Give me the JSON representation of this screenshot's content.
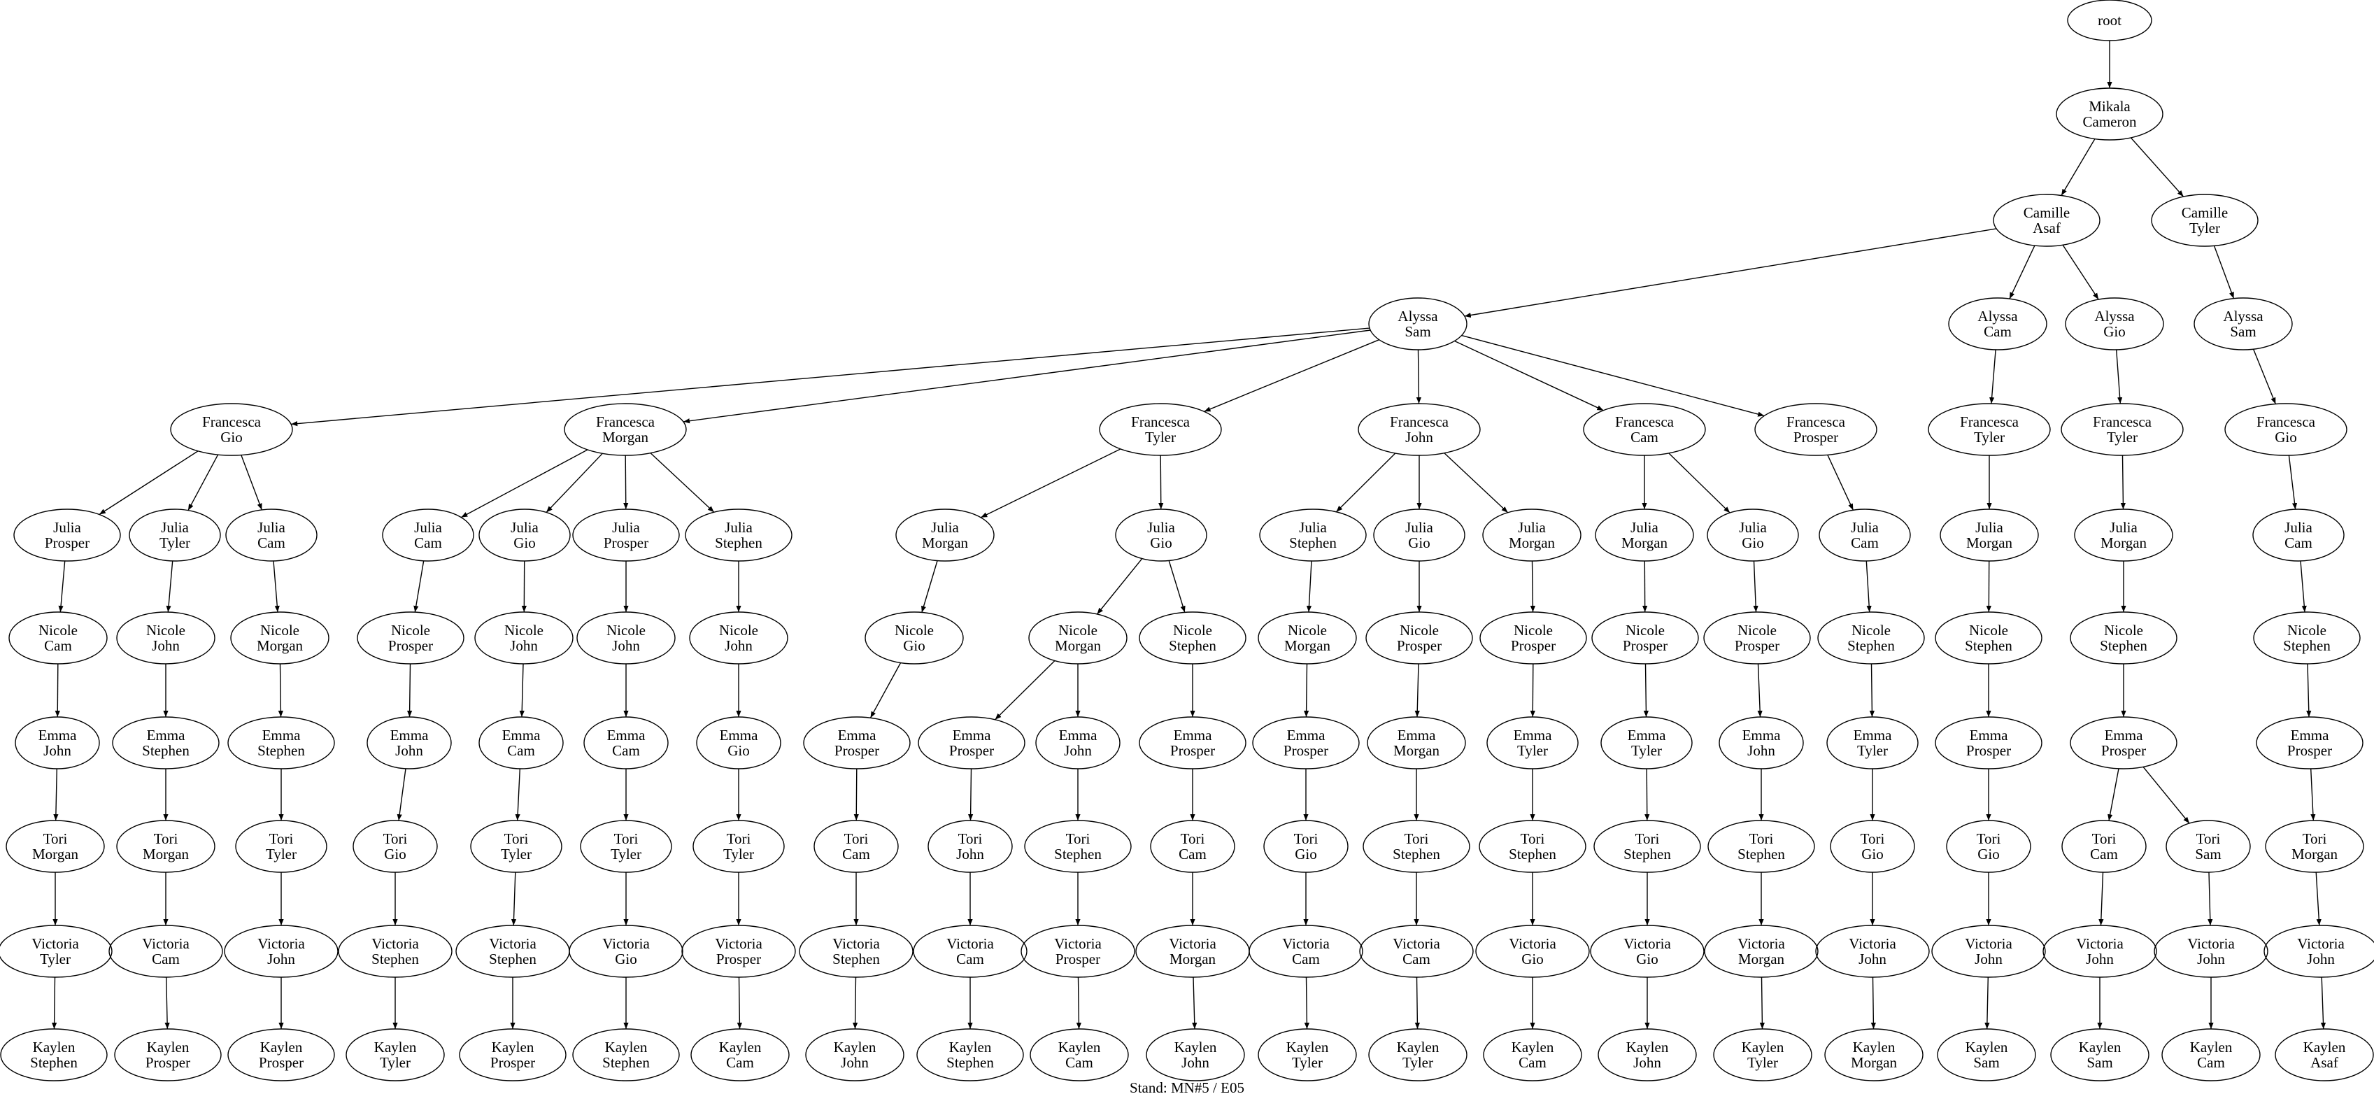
{
  "caption": "Stand: MN#5 / E05",
  "nodes": [
    {
      "id": "root",
      "lines": [
        "root"
      ]
    },
    {
      "id": "mc",
      "lines": [
        "Mikala",
        "Cameron"
      ]
    },
    {
      "id": "ca",
      "lines": [
        "Camille",
        "Asaf"
      ]
    },
    {
      "id": "ct",
      "lines": [
        "Camille",
        "Tyler"
      ]
    },
    {
      "id": "as",
      "lines": [
        "Alyssa",
        "Sam"
      ]
    },
    {
      "id": "acam",
      "lines": [
        "Alyssa",
        "Cam"
      ]
    },
    {
      "id": "agio",
      "lines": [
        "Alyssa",
        "Gio"
      ]
    },
    {
      "id": "as2",
      "lines": [
        "Alyssa",
        "Sam"
      ]
    },
    {
      "id": "fg",
      "lines": [
        "Francesca",
        "Gio"
      ]
    },
    {
      "id": "fm",
      "lines": [
        "Francesca",
        "Morgan"
      ]
    },
    {
      "id": "ft",
      "lines": [
        "Francesca",
        "Tyler"
      ]
    },
    {
      "id": "fj",
      "lines": [
        "Francesca",
        "John"
      ]
    },
    {
      "id": "fc",
      "lines": [
        "Francesca",
        "Cam"
      ]
    },
    {
      "id": "fp",
      "lines": [
        "Francesca",
        "Prosper"
      ]
    },
    {
      "id": "ft2",
      "lines": [
        "Francesca",
        "Tyler"
      ]
    },
    {
      "id": "ft3",
      "lines": [
        "Francesca",
        "Tyler"
      ]
    },
    {
      "id": "fg2",
      "lines": [
        "Francesca",
        "Gio"
      ]
    },
    {
      "id": "j1",
      "lines": [
        "Julia",
        "Prosper"
      ]
    },
    {
      "id": "j2",
      "lines": [
        "Julia",
        "Tyler"
      ]
    },
    {
      "id": "j3",
      "lines": [
        "Julia",
        "Cam"
      ]
    },
    {
      "id": "j4",
      "lines": [
        "Julia",
        "Cam"
      ]
    },
    {
      "id": "j5",
      "lines": [
        "Julia",
        "Gio"
      ]
    },
    {
      "id": "j6",
      "lines": [
        "Julia",
        "Prosper"
      ]
    },
    {
      "id": "j7",
      "lines": [
        "Julia",
        "Stephen"
      ]
    },
    {
      "id": "j8",
      "lines": [
        "Julia",
        "Morgan"
      ]
    },
    {
      "id": "j9",
      "lines": [
        "Julia",
        "Gio"
      ]
    },
    {
      "id": "j10",
      "lines": [
        "Julia",
        "Stephen"
      ]
    },
    {
      "id": "j11",
      "lines": [
        "Julia",
        "Gio"
      ]
    },
    {
      "id": "j12",
      "lines": [
        "Julia",
        "Morgan"
      ]
    },
    {
      "id": "j13",
      "lines": [
        "Julia",
        "Morgan"
      ]
    },
    {
      "id": "j14",
      "lines": [
        "Julia",
        "Gio"
      ]
    },
    {
      "id": "j15",
      "lines": [
        "Julia",
        "Cam"
      ]
    },
    {
      "id": "j16",
      "lines": [
        "Julia",
        "Morgan"
      ]
    },
    {
      "id": "j17",
      "lines": [
        "Julia",
        "Morgan"
      ]
    },
    {
      "id": "j18",
      "lines": [
        "Julia",
        "Cam"
      ]
    },
    {
      "id": "n1",
      "lines": [
        "Nicole",
        "Cam"
      ]
    },
    {
      "id": "n2",
      "lines": [
        "Nicole",
        "John"
      ]
    },
    {
      "id": "n3",
      "lines": [
        "Nicole",
        "Morgan"
      ]
    },
    {
      "id": "n4",
      "lines": [
        "Nicole",
        "Prosper"
      ]
    },
    {
      "id": "n5",
      "lines": [
        "Nicole",
        "John"
      ]
    },
    {
      "id": "n6",
      "lines": [
        "Nicole",
        "John"
      ]
    },
    {
      "id": "n7",
      "lines": [
        "Nicole",
        "John"
      ]
    },
    {
      "id": "n8",
      "lines": [
        "Nicole",
        "Gio"
      ]
    },
    {
      "id": "n9",
      "lines": [
        "Nicole",
        "Morgan"
      ]
    },
    {
      "id": "n10",
      "lines": [
        "Nicole",
        "Stephen"
      ]
    },
    {
      "id": "n11",
      "lines": [
        "Nicole",
        "Morgan"
      ]
    },
    {
      "id": "n12",
      "lines": [
        "Nicole",
        "Prosper"
      ]
    },
    {
      "id": "n13",
      "lines": [
        "Nicole",
        "Prosper"
      ]
    },
    {
      "id": "n14",
      "lines": [
        "Nicole",
        "Prosper"
      ]
    },
    {
      "id": "n15",
      "lines": [
        "Nicole",
        "Prosper"
      ]
    },
    {
      "id": "n16",
      "lines": [
        "Nicole",
        "Stephen"
      ]
    },
    {
      "id": "n17",
      "lines": [
        "Nicole",
        "Stephen"
      ]
    },
    {
      "id": "n18",
      "lines": [
        "Nicole",
        "Stephen"
      ]
    },
    {
      "id": "n19",
      "lines": [
        "Nicole",
        "Stephen"
      ]
    },
    {
      "id": "e1",
      "lines": [
        "Emma",
        "John"
      ]
    },
    {
      "id": "e2",
      "lines": [
        "Emma",
        "Stephen"
      ]
    },
    {
      "id": "e3",
      "lines": [
        "Emma",
        "Stephen"
      ]
    },
    {
      "id": "e4",
      "lines": [
        "Emma",
        "John"
      ]
    },
    {
      "id": "e5",
      "lines": [
        "Emma",
        "Cam"
      ]
    },
    {
      "id": "e6",
      "lines": [
        "Emma",
        "Cam"
      ]
    },
    {
      "id": "e7",
      "lines": [
        "Emma",
        "Gio"
      ]
    },
    {
      "id": "e8",
      "lines": [
        "Emma",
        "Prosper"
      ]
    },
    {
      "id": "e9",
      "lines": [
        "Emma",
        "Prosper"
      ]
    },
    {
      "id": "e10",
      "lines": [
        "Emma",
        "John"
      ]
    },
    {
      "id": "e11",
      "lines": [
        "Emma",
        "Prosper"
      ]
    },
    {
      "id": "e12",
      "lines": [
        "Emma",
        "Prosper"
      ]
    },
    {
      "id": "e13",
      "lines": [
        "Emma",
        "Morgan"
      ]
    },
    {
      "id": "e14",
      "lines": [
        "Emma",
        "Tyler"
      ]
    },
    {
      "id": "e15",
      "lines": [
        "Emma",
        "Tyler"
      ]
    },
    {
      "id": "e16",
      "lines": [
        "Emma",
        "John"
      ]
    },
    {
      "id": "e17",
      "lines": [
        "Emma",
        "Tyler"
      ]
    },
    {
      "id": "e18",
      "lines": [
        "Emma",
        "Prosper"
      ]
    },
    {
      "id": "e19",
      "lines": [
        "Emma",
        "Prosper"
      ]
    },
    {
      "id": "e20",
      "lines": [
        "Emma",
        "Prosper"
      ]
    },
    {
      "id": "t1",
      "lines": [
        "Tori",
        "Morgan"
      ]
    },
    {
      "id": "t2",
      "lines": [
        "Tori",
        "Morgan"
      ]
    },
    {
      "id": "t3",
      "lines": [
        "Tori",
        "Tyler"
      ]
    },
    {
      "id": "t4",
      "lines": [
        "Tori",
        "Gio"
      ]
    },
    {
      "id": "t5",
      "lines": [
        "Tori",
        "Tyler"
      ]
    },
    {
      "id": "t6",
      "lines": [
        "Tori",
        "Tyler"
      ]
    },
    {
      "id": "t7",
      "lines": [
        "Tori",
        "Tyler"
      ]
    },
    {
      "id": "t8",
      "lines": [
        "Tori",
        "Cam"
      ]
    },
    {
      "id": "t9",
      "lines": [
        "Tori",
        "John"
      ]
    },
    {
      "id": "t10",
      "lines": [
        "Tori",
        "Stephen"
      ]
    },
    {
      "id": "t11",
      "lines": [
        "Tori",
        "Cam"
      ]
    },
    {
      "id": "t12",
      "lines": [
        "Tori",
        "Gio"
      ]
    },
    {
      "id": "t13",
      "lines": [
        "Tori",
        "Stephen"
      ]
    },
    {
      "id": "t14",
      "lines": [
        "Tori",
        "Stephen"
      ]
    },
    {
      "id": "t15",
      "lines": [
        "Tori",
        "Stephen"
      ]
    },
    {
      "id": "t16",
      "lines": [
        "Tori",
        "Stephen"
      ]
    },
    {
      "id": "t17",
      "lines": [
        "Tori",
        "Gio"
      ]
    },
    {
      "id": "t18",
      "lines": [
        "Tori",
        "Gio"
      ]
    },
    {
      "id": "t19",
      "lines": [
        "Tori",
        "Cam"
      ]
    },
    {
      "id": "t20",
      "lines": [
        "Tori",
        "Sam"
      ]
    },
    {
      "id": "t21",
      "lines": [
        "Tori",
        "Morgan"
      ]
    },
    {
      "id": "v1",
      "lines": [
        "Victoria",
        "Tyler"
      ]
    },
    {
      "id": "v2",
      "lines": [
        "Victoria",
        "Cam"
      ]
    },
    {
      "id": "v3",
      "lines": [
        "Victoria",
        "John"
      ]
    },
    {
      "id": "v4",
      "lines": [
        "Victoria",
        "Stephen"
      ]
    },
    {
      "id": "v5",
      "lines": [
        "Victoria",
        "Stephen"
      ]
    },
    {
      "id": "v6",
      "lines": [
        "Victoria",
        "Gio"
      ]
    },
    {
      "id": "v7",
      "lines": [
        "Victoria",
        "Prosper"
      ]
    },
    {
      "id": "v8",
      "lines": [
        "Victoria",
        "Stephen"
      ]
    },
    {
      "id": "v9",
      "lines": [
        "Victoria",
        "Cam"
      ]
    },
    {
      "id": "v10",
      "lines": [
        "Victoria",
        "Prosper"
      ]
    },
    {
      "id": "v11",
      "lines": [
        "Victoria",
        "Morgan"
      ]
    },
    {
      "id": "v12",
      "lines": [
        "Victoria",
        "Cam"
      ]
    },
    {
      "id": "v13",
      "lines": [
        "Victoria",
        "Cam"
      ]
    },
    {
      "id": "v14",
      "lines": [
        "Victoria",
        "Gio"
      ]
    },
    {
      "id": "v15",
      "lines": [
        "Victoria",
        "Gio"
      ]
    },
    {
      "id": "v16",
      "lines": [
        "Victoria",
        "Morgan"
      ]
    },
    {
      "id": "v17",
      "lines": [
        "Victoria",
        "John"
      ]
    },
    {
      "id": "v18",
      "lines": [
        "Victoria",
        "John"
      ]
    },
    {
      "id": "v19",
      "lines": [
        "Victoria",
        "John"
      ]
    },
    {
      "id": "v20",
      "lines": [
        "Victoria",
        "John"
      ]
    },
    {
      "id": "v21",
      "lines": [
        "Victoria",
        "John"
      ]
    },
    {
      "id": "k1",
      "lines": [
        "Kaylen",
        "Stephen"
      ]
    },
    {
      "id": "k2",
      "lines": [
        "Kaylen",
        "Prosper"
      ]
    },
    {
      "id": "k3",
      "lines": [
        "Kaylen",
        "Prosper"
      ]
    },
    {
      "id": "k4",
      "lines": [
        "Kaylen",
        "Tyler"
      ]
    },
    {
      "id": "k5",
      "lines": [
        "Kaylen",
        "Prosper"
      ]
    },
    {
      "id": "k6",
      "lines": [
        "Kaylen",
        "Stephen"
      ]
    },
    {
      "id": "k7",
      "lines": [
        "Kaylen",
        "Cam"
      ]
    },
    {
      "id": "k8",
      "lines": [
        "Kaylen",
        "John"
      ]
    },
    {
      "id": "k9",
      "lines": [
        "Kaylen",
        "Stephen"
      ]
    },
    {
      "id": "k10",
      "lines": [
        "Kaylen",
        "Cam"
      ]
    },
    {
      "id": "k11",
      "lines": [
        "Kaylen",
        "John"
      ]
    },
    {
      "id": "k12",
      "lines": [
        "Kaylen",
        "Tyler"
      ]
    },
    {
      "id": "k13",
      "lines": [
        "Kaylen",
        "Tyler"
      ]
    },
    {
      "id": "k14",
      "lines": [
        "Kaylen",
        "Cam"
      ]
    },
    {
      "id": "k15",
      "lines": [
        "Kaylen",
        "John"
      ]
    },
    {
      "id": "k16",
      "lines": [
        "Kaylen",
        "Tyler"
      ]
    },
    {
      "id": "k17",
      "lines": [
        "Kaylen",
        "Morgan"
      ]
    },
    {
      "id": "k18",
      "lines": [
        "Kaylen",
        "Sam"
      ]
    },
    {
      "id": "k19",
      "lines": [
        "Kaylen",
        "Sam"
      ]
    },
    {
      "id": "k20",
      "lines": [
        "Kaylen",
        "Cam"
      ]
    },
    {
      "id": "k21",
      "lines": [
        "Kaylen",
        "Asaf"
      ]
    }
  ],
  "edges": [
    [
      "root",
      "mc"
    ],
    [
      "mc",
      "ca"
    ],
    [
      "mc",
      "ct"
    ],
    [
      "ca",
      "as"
    ],
    [
      "ca",
      "acam"
    ],
    [
      "ca",
      "agio"
    ],
    [
      "ct",
      "as2"
    ],
    [
      "as",
      "fg"
    ],
    [
      "as",
      "fm"
    ],
    [
      "as",
      "ft"
    ],
    [
      "as",
      "fj"
    ],
    [
      "as",
      "fc"
    ],
    [
      "as",
      "fp"
    ],
    [
      "acam",
      "ft2"
    ],
    [
      "agio",
      "ft3"
    ],
    [
      "as2",
      "fg2"
    ],
    [
      "fg",
      "j1"
    ],
    [
      "fg",
      "j2"
    ],
    [
      "fg",
      "j3"
    ],
    [
      "fm",
      "j4"
    ],
    [
      "fm",
      "j5"
    ],
    [
      "fm",
      "j6"
    ],
    [
      "fm",
      "j7"
    ],
    [
      "ft",
      "j8"
    ],
    [
      "ft",
      "j9"
    ],
    [
      "fj",
      "j10"
    ],
    [
      "fj",
      "j11"
    ],
    [
      "fj",
      "j12"
    ],
    [
      "fc",
      "j13"
    ],
    [
      "fc",
      "j14"
    ],
    [
      "fp",
      "j15"
    ],
    [
      "ft2",
      "j16"
    ],
    [
      "ft3",
      "j17"
    ],
    [
      "fg2",
      "j18"
    ],
    [
      "j1",
      "n1"
    ],
    [
      "j2",
      "n2"
    ],
    [
      "j3",
      "n3"
    ],
    [
      "j4",
      "n4"
    ],
    [
      "j5",
      "n5"
    ],
    [
      "j6",
      "n6"
    ],
    [
      "j7",
      "n7"
    ],
    [
      "j8",
      "n8"
    ],
    [
      "j9",
      "n9"
    ],
    [
      "j9",
      "n10"
    ],
    [
      "j10",
      "n11"
    ],
    [
      "j11",
      "n12"
    ],
    [
      "j12",
      "n13"
    ],
    [
      "j13",
      "n14"
    ],
    [
      "j14",
      "n15"
    ],
    [
      "j15",
      "n16"
    ],
    [
      "j16",
      "n17"
    ],
    [
      "j17",
      "n18"
    ],
    [
      "j18",
      "n19"
    ],
    [
      "n1",
      "e1"
    ],
    [
      "n2",
      "e2"
    ],
    [
      "n3",
      "e3"
    ],
    [
      "n4",
      "e4"
    ],
    [
      "n5",
      "e5"
    ],
    [
      "n6",
      "e6"
    ],
    [
      "n7",
      "e7"
    ],
    [
      "n8",
      "e8"
    ],
    [
      "n9",
      "e9"
    ],
    [
      "n9",
      "e10"
    ],
    [
      "n10",
      "e11"
    ],
    [
      "n11",
      "e12"
    ],
    [
      "n12",
      "e13"
    ],
    [
      "n13",
      "e14"
    ],
    [
      "n14",
      "e15"
    ],
    [
      "n15",
      "e16"
    ],
    [
      "n16",
      "e17"
    ],
    [
      "n17",
      "e18"
    ],
    [
      "n18",
      "e19"
    ],
    [
      "n19",
      "e20"
    ],
    [
      "e1",
      "t1"
    ],
    [
      "e2",
      "t2"
    ],
    [
      "e3",
      "t3"
    ],
    [
      "e4",
      "t4"
    ],
    [
      "e5",
      "t5"
    ],
    [
      "e6",
      "t6"
    ],
    [
      "e7",
      "t7"
    ],
    [
      "e8",
      "t8"
    ],
    [
      "e9",
      "t9"
    ],
    [
      "e10",
      "t10"
    ],
    [
      "e11",
      "t11"
    ],
    [
      "e12",
      "t12"
    ],
    [
      "e13",
      "t13"
    ],
    [
      "e14",
      "t14"
    ],
    [
      "e15",
      "t15"
    ],
    [
      "e16",
      "t16"
    ],
    [
      "e17",
      "t17"
    ],
    [
      "e18",
      "t18"
    ],
    [
      "e19",
      "t19"
    ],
    [
      "e19",
      "t20"
    ],
    [
      "e20",
      "t21"
    ],
    [
      "t1",
      "v1"
    ],
    [
      "t2",
      "v2"
    ],
    [
      "t3",
      "v3"
    ],
    [
      "t4",
      "v4"
    ],
    [
      "t5",
      "v5"
    ],
    [
      "t6",
      "v6"
    ],
    [
      "t7",
      "v7"
    ],
    [
      "t8",
      "v8"
    ],
    [
      "t9",
      "v9"
    ],
    [
      "t10",
      "v10"
    ],
    [
      "t11",
      "v11"
    ],
    [
      "t12",
      "v12"
    ],
    [
      "t13",
      "v13"
    ],
    [
      "t14",
      "v14"
    ],
    [
      "t15",
      "v15"
    ],
    [
      "t16",
      "v16"
    ],
    [
      "t17",
      "v17"
    ],
    [
      "t18",
      "v18"
    ],
    [
      "t19",
      "v19"
    ],
    [
      "t20",
      "v20"
    ],
    [
      "t21",
      "v21"
    ],
    [
      "v1",
      "k1"
    ],
    [
      "v2",
      "k2"
    ],
    [
      "v3",
      "k3"
    ],
    [
      "v4",
      "k4"
    ],
    [
      "v5",
      "k5"
    ],
    [
      "v6",
      "k6"
    ],
    [
      "v7",
      "k7"
    ],
    [
      "v8",
      "k8"
    ],
    [
      "v9",
      "k9"
    ],
    [
      "v10",
      "k10"
    ],
    [
      "v11",
      "k11"
    ],
    [
      "v12",
      "k12"
    ],
    [
      "v13",
      "k13"
    ],
    [
      "v14",
      "k14"
    ],
    [
      "v15",
      "k15"
    ],
    [
      "v16",
      "k16"
    ],
    [
      "v17",
      "k17"
    ],
    [
      "v18",
      "k18"
    ],
    [
      "v19",
      "k19"
    ],
    [
      "v20",
      "k20"
    ],
    [
      "v21",
      "k21"
    ]
  ]
}
